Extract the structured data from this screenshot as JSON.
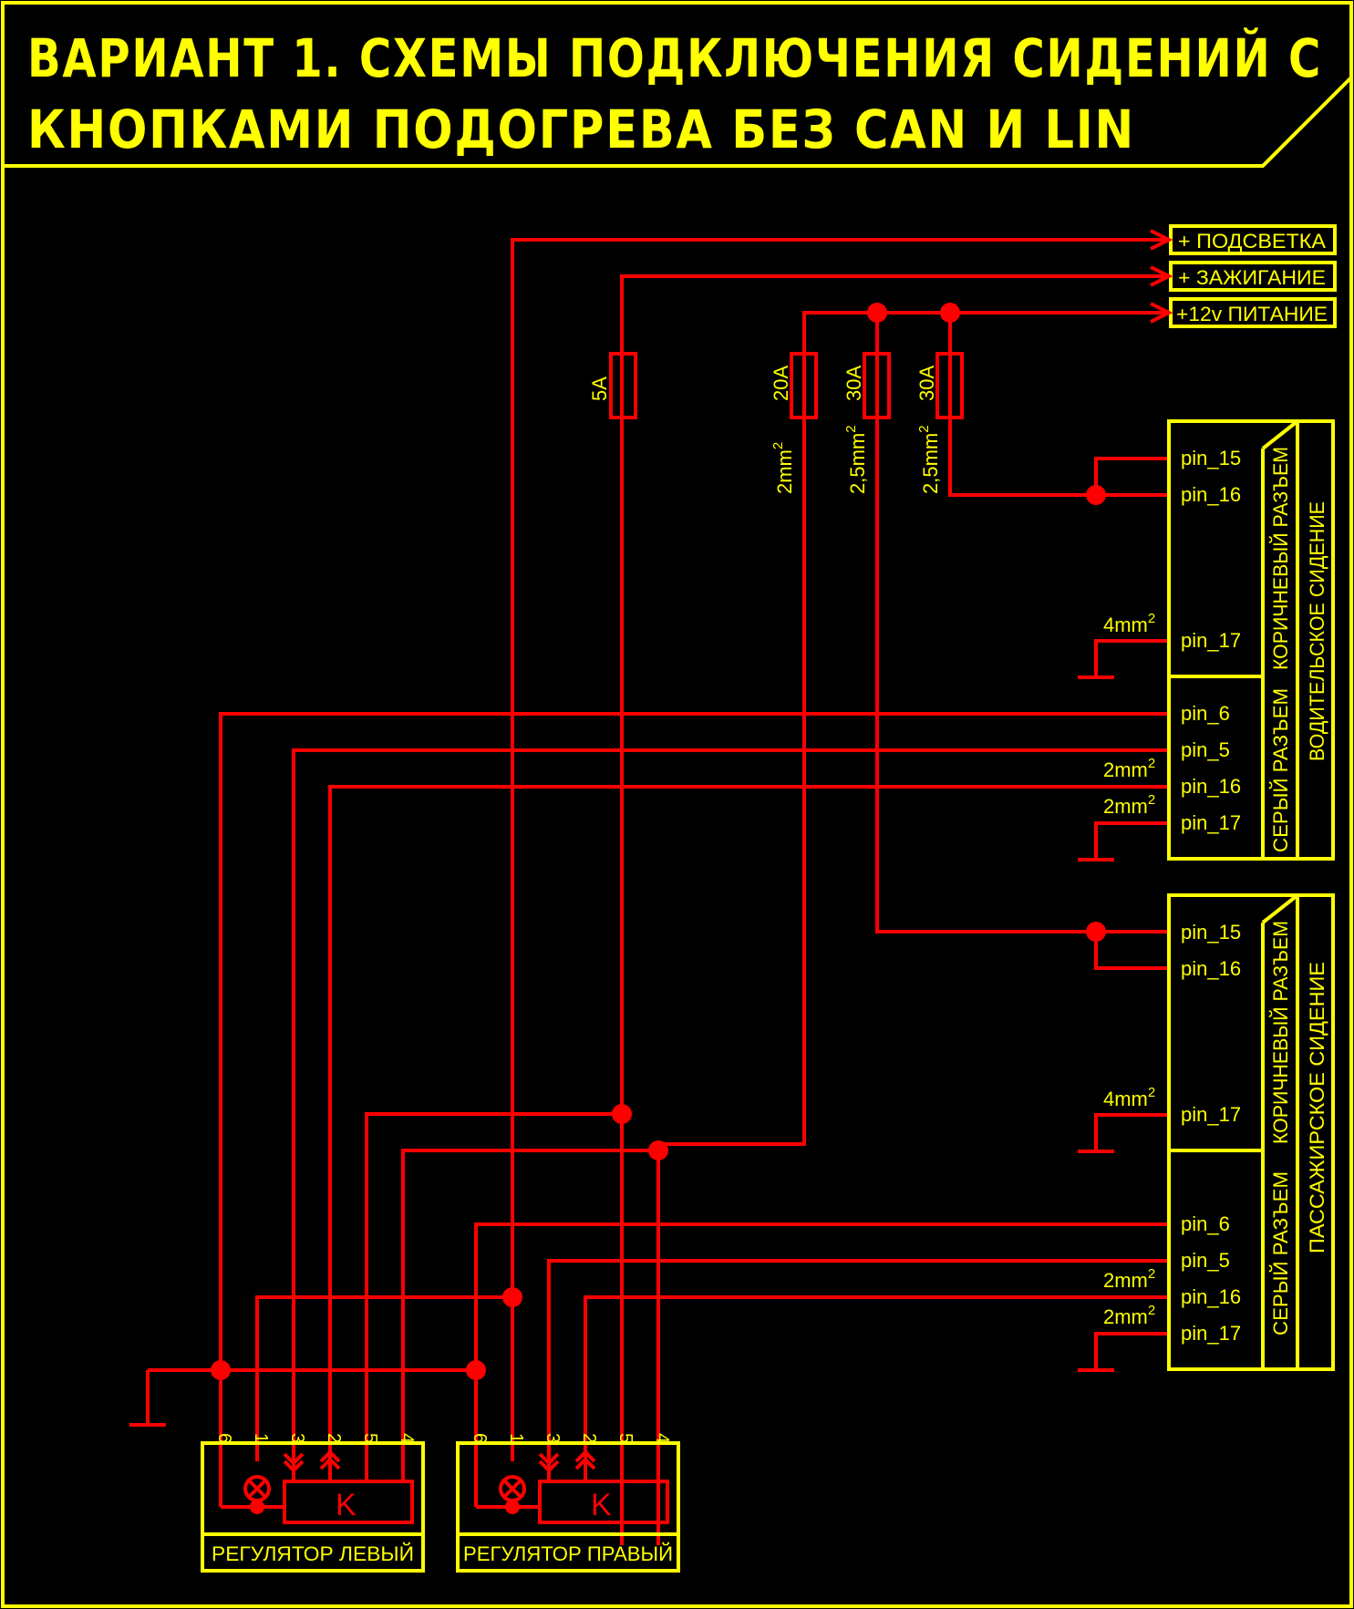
{
  "title": {
    "line1": "ВАРИАНТ 1. СХЕМЫ ПОДКЛЮЧЕНИЯ СИДЕНИЙ С",
    "line2": "КНОПКАМИ  ПОДОГРЕВА БЕЗ CAN И LIN"
  },
  "colors": {
    "background": "#000000",
    "wire": "#ff0000",
    "frame_text": "#ffff00"
  },
  "power_terminals": [
    {
      "label": "+ ПОДСВЕТКА"
    },
    {
      "label": "+ ЗАЖИГАНИЕ"
    },
    {
      "label": "+12v ПИТАНИЕ"
    }
  ],
  "fuses": [
    {
      "rating": "5A",
      "wire": ""
    },
    {
      "rating": "20A",
      "wire": "2mm",
      "wire_sup": "2"
    },
    {
      "rating": "30A",
      "wire": "2,5mm",
      "wire_sup": "2"
    },
    {
      "rating": "30A",
      "wire": "2,5mm",
      "wire_sup": "2"
    }
  ],
  "seats": [
    {
      "name": "ВОДИТЕЛЬСКОЕ СИДЕНИЕ",
      "brown_connector": {
        "label": "КОРИЧНЕВЫЙ РАЗЪЕМ",
        "pins": [
          "pin_15",
          "pin_16",
          "pin_17"
        ],
        "pin17_wire": "4mm",
        "pin17_sup": "2"
      },
      "grey_connector": {
        "label": "СЕРЫЙ РАЗЪЕМ",
        "pins": [
          "pin_6",
          "pin_5",
          "pin_16",
          "pin_17"
        ],
        "pin16_wire": "2mm",
        "pin16_sup": "2",
        "pin17_wire": "2mm",
        "pin17_sup": "2"
      }
    },
    {
      "name": "ПАССАЖИРСКОЕ СИДЕНИЕ",
      "brown_connector": {
        "label": "КОРИЧНЕВЫЙ РАЗЪЕМ",
        "pins": [
          "pin_15",
          "pin_16",
          "pin_17"
        ],
        "pin17_wire": "4mm",
        "pin17_sup": "2"
      },
      "grey_connector": {
        "label": "СЕРЫЙ РАЗЪЕМ",
        "pins": [
          "pin_6",
          "pin_5",
          "pin_16",
          "pin_17"
        ],
        "pin16_wire": "2mm",
        "pin16_sup": "2",
        "pin17_wire": "2mm",
        "pin17_sup": "2"
      }
    }
  ],
  "regulators": [
    {
      "label": "РЕГУЛЯТОР ЛЕВЫЙ",
      "pins": [
        "6",
        "1",
        "3",
        "2",
        "5",
        "4"
      ],
      "relay_label": "K",
      "lamp_icon": "lamp-icon"
    },
    {
      "label": "РЕГУЛЯТОР ПРАВЫЙ",
      "pins": [
        "6",
        "1",
        "3",
        "2",
        "5",
        "4"
      ],
      "relay_label": "K",
      "lamp_icon": "lamp-icon"
    }
  ]
}
